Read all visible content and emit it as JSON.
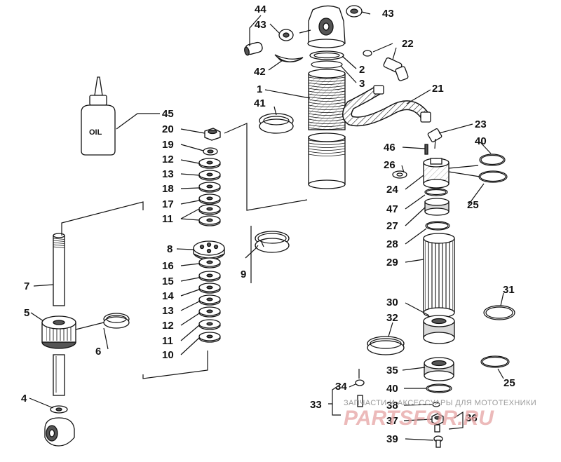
{
  "oil_bottle_label": "OIL",
  "callouts": {
    "c44": "44",
    "c43a": "43",
    "c43b": "43",
    "c42": "42",
    "c22": "22",
    "c2": "2",
    "c3": "3",
    "c1": "1",
    "c41": "41",
    "c21": "21",
    "c45": "45",
    "c20": "20",
    "c19": "19",
    "c12a": "12",
    "c13a": "13",
    "c18": "18",
    "c17": "17",
    "c11a": "11",
    "c8": "8",
    "c9": "9",
    "c16": "16",
    "c15": "15",
    "c14": "14",
    "c13b": "13",
    "c12b": "12",
    "c11b": "11",
    "c10": "10",
    "c7": "7",
    "c5": "5",
    "c6": "6",
    "c4": "4",
    "c23": "23",
    "c46": "46",
    "c40a": "40",
    "c26": "26",
    "c24": "24",
    "c25a": "25",
    "c47": "47",
    "c27": "27",
    "c28": "28",
    "c29": "29",
    "c31": "31",
    "c30": "30",
    "c32": "32",
    "c35": "35",
    "c25b": "25",
    "c34": "34",
    "c40b": "40",
    "c33": "33",
    "c38": "38",
    "c37": "37",
    "c36": "36",
    "c39": "39"
  },
  "watermark": {
    "tagline": "ЗАПЧАСТИ И АКСЕССУАРЫ ДЛЯ МОТОТЕХНИКИ",
    "brand": "PARTSFOR.RU"
  }
}
